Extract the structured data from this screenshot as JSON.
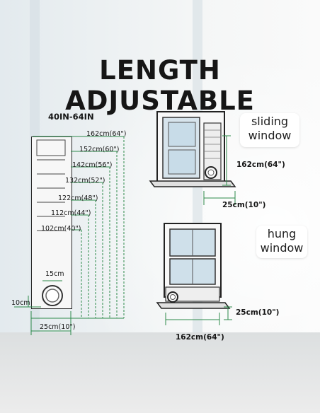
{
  "title": "LENGTH ADJUSTABLE",
  "panel": {
    "range_label": "40IN-64IN",
    "lengths": [
      "162cm(64\")",
      "152cm(60\")",
      "142cm(56\")",
      "132cm(52\")",
      "122cm(48\")",
      "112cm(44\")",
      "102cm(40\")"
    ],
    "hole_label": "15cm",
    "side_label": "10cm",
    "width_label": "25cm(10\")"
  },
  "sliding_window": {
    "line1": "sliding",
    "line2": "window",
    "height_label": "162cm(64\")",
    "depth_label": "25cm(10\")"
  },
  "hung_window": {
    "line1": "hung",
    "line2": "window",
    "height_label": "25cm(10\")",
    "width_label": "162cm(64\")"
  }
}
